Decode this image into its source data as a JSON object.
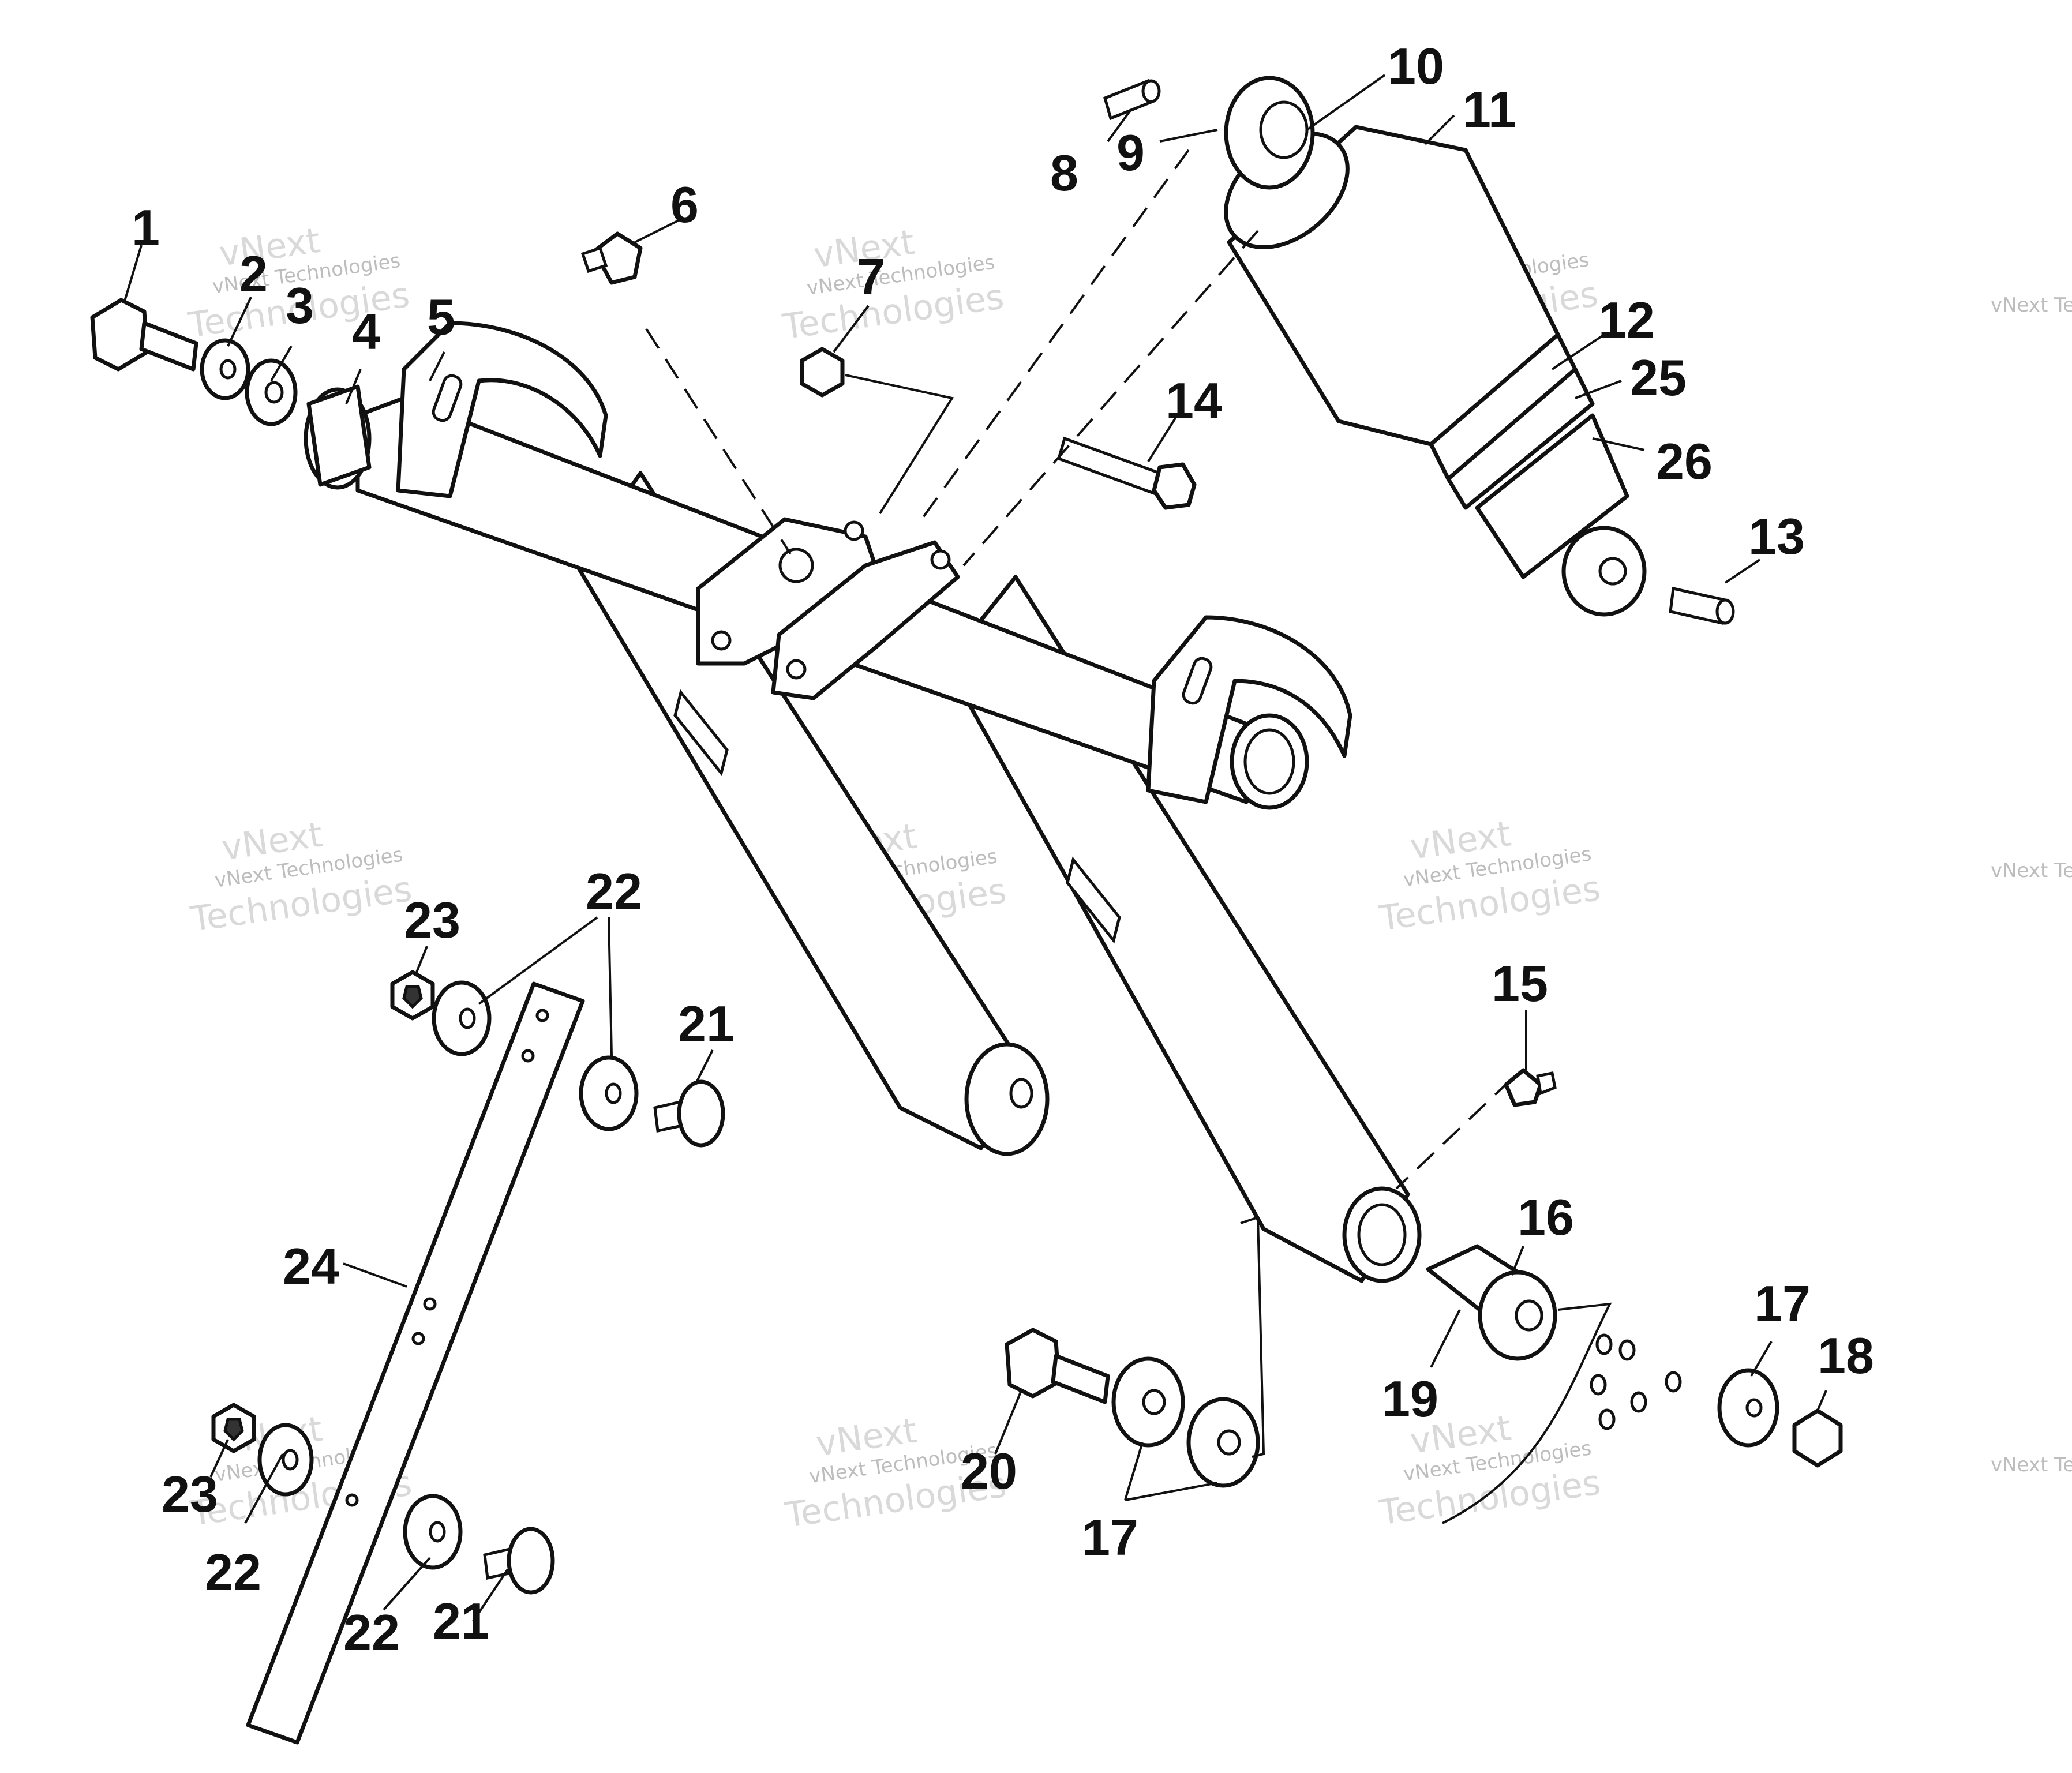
{
  "watermark": {
    "line1": "vNext",
    "line2": "vNext Technologies",
    "line3": "Technologies"
  },
  "callouts": [
    {
      "id": "c1",
      "label": "1"
    },
    {
      "id": "c2",
      "label": "2"
    },
    {
      "id": "c3",
      "label": "3"
    },
    {
      "id": "c4",
      "label": "4"
    },
    {
      "id": "c5",
      "label": "5"
    },
    {
      "id": "c6",
      "label": "6"
    },
    {
      "id": "c7",
      "label": "7"
    },
    {
      "id": "c8",
      "label": "8"
    },
    {
      "id": "c9",
      "label": "9"
    },
    {
      "id": "c10",
      "label": "10"
    },
    {
      "id": "c11",
      "label": "11"
    },
    {
      "id": "c12",
      "label": "12"
    },
    {
      "id": "c25",
      "label": "25"
    },
    {
      "id": "c26",
      "label": "26"
    },
    {
      "id": "c13",
      "label": "13"
    },
    {
      "id": "c14",
      "label": "14"
    },
    {
      "id": "c15",
      "label": "15"
    },
    {
      "id": "c16",
      "label": "16"
    },
    {
      "id": "c17a",
      "label": "17"
    },
    {
      "id": "c18",
      "label": "18"
    },
    {
      "id": "c19",
      "label": "19"
    },
    {
      "id": "c20",
      "label": "20"
    },
    {
      "id": "c17b",
      "label": "17"
    },
    {
      "id": "c21a",
      "label": "21"
    },
    {
      "id": "c22a",
      "label": "22"
    },
    {
      "id": "c23a",
      "label": "23"
    },
    {
      "id": "c24",
      "label": "24"
    },
    {
      "id": "c23b",
      "label": "23"
    },
    {
      "id": "c22b",
      "label": "22"
    },
    {
      "id": "c22c",
      "label": "22"
    },
    {
      "id": "c21b",
      "label": "21"
    }
  ]
}
